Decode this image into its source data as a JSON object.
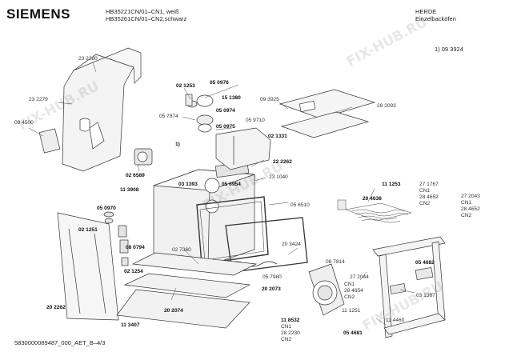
{
  "header": {
    "brand": "SIEMENS",
    "model_line_1": "HB35221CN/01–CN1, weiß",
    "model_line_2": "HB35261CN/01–CN2,schwarz",
    "category_line_1": "HERDE",
    "category_line_2": "Einzelbacköfen",
    "footnote_ref": "1)  09 3924"
  },
  "footer": {
    "document_id": "5830000089487_000_AET_B–4/3"
  },
  "watermark": {
    "text": "FIX-HUB.RU"
  },
  "part_labels": [
    {
      "id": "l01",
      "text": "23 2280",
      "bold": false
    },
    {
      "id": "l02",
      "text": "23 2279",
      "bold": false
    },
    {
      "id": "l03",
      "text": "08 4500",
      "bold": false
    },
    {
      "id": "l04",
      "text": "02 1253",
      "bold": true
    },
    {
      "id": "l05",
      "text": "05 0976",
      "bold": true
    },
    {
      "id": "l06",
      "text": "15 1380",
      "bold": true
    },
    {
      "id": "l07",
      "text": "05 0974",
      "bold": true
    },
    {
      "id": "l08",
      "text": "05 7874",
      "bold": false
    },
    {
      "id": "l09",
      "text": "05 0975",
      "bold": true
    },
    {
      "id": "l10",
      "text": "09 3925",
      "bold": false
    },
    {
      "id": "l11",
      "text": "05 9710",
      "bold": false
    },
    {
      "id": "l12",
      "text": "02 1331",
      "bold": true
    },
    {
      "id": "l13",
      "text": "28 2093",
      "bold": false
    },
    {
      "id": "l14",
      "text": "1)",
      "bold": true
    },
    {
      "id": "l15",
      "text": "02 6589",
      "bold": true
    },
    {
      "id": "l16",
      "text": "22 2262",
      "bold": true
    },
    {
      "id": "l17",
      "text": "11 3908",
      "bold": true
    },
    {
      "id": "l18",
      "text": "03 1393",
      "bold": true
    },
    {
      "id": "l19",
      "text": "05 6954",
      "bold": true
    },
    {
      "id": "l20",
      "text": "23 1040",
      "bold": false
    },
    {
      "id": "l21",
      "text": "11 1253",
      "bold": true
    },
    {
      "id": "l22",
      "text": "27 1767",
      "bold": false
    },
    {
      "id": "l23",
      "text": "CN1",
      "bold": false
    },
    {
      "id": "l24",
      "text": "28 4652",
      "bold": false
    },
    {
      "id": "l25",
      "text": "CN2",
      "bold": false
    },
    {
      "id": "l26",
      "text": "27 2043",
      "bold": false
    },
    {
      "id": "l27",
      "text": "CN1",
      "bold": false
    },
    {
      "id": "l28",
      "text": "28 4652",
      "bold": false
    },
    {
      "id": "l29",
      "text": "CN2",
      "bold": false
    },
    {
      "id": "l30",
      "text": "20 4638",
      "bold": true
    },
    {
      "id": "l31",
      "text": "05 6510",
      "bold": false
    },
    {
      "id": "l32",
      "text": "05 0970",
      "bold": true
    },
    {
      "id": "l33",
      "text": "02 1251",
      "bold": true
    },
    {
      "id": "l34",
      "text": "08 0794",
      "bold": true
    },
    {
      "id": "l35",
      "text": "02 1254",
      "bold": true
    },
    {
      "id": "l36",
      "text": "02 7360",
      "bold": false
    },
    {
      "id": "l37",
      "text": "20 3424",
      "bold": false
    },
    {
      "id": "l38",
      "text": "08 7814",
      "bold": false
    },
    {
      "id": "l39",
      "text": "05 4682",
      "bold": true
    },
    {
      "id": "l40",
      "text": "05 7980",
      "bold": false
    },
    {
      "id": "l41",
      "text": "27 2044",
      "bold": false
    },
    {
      "id": "l42",
      "text": "CN1",
      "bold": false
    },
    {
      "id": "l43",
      "text": "28 4654",
      "bold": false
    },
    {
      "id": "l44",
      "text": "CN2",
      "bold": false
    },
    {
      "id": "l45",
      "text": "20 2262",
      "bold": true
    },
    {
      "id": "l46",
      "text": "20 2073",
      "bold": true
    },
    {
      "id": "l47",
      "text": "20 2074",
      "bold": true
    },
    {
      "id": "l48",
      "text": "11 3407",
      "bold": true
    },
    {
      "id": "l49",
      "text": "11 8532",
      "bold": true
    },
    {
      "id": "l50",
      "text": "CN1",
      "bold": false
    },
    {
      "id": "l51",
      "text": "28 2230",
      "bold": false
    },
    {
      "id": "l52",
      "text": "CN2",
      "bold": false
    },
    {
      "id": "l53",
      "text": "11 1251",
      "bold": false
    },
    {
      "id": "l54",
      "text": "05 4681",
      "bold": true
    },
    {
      "id": "l55",
      "text": "03 1367",
      "bold": false
    },
    {
      "id": "l56",
      "text": "11 4460",
      "bold": false
    }
  ]
}
